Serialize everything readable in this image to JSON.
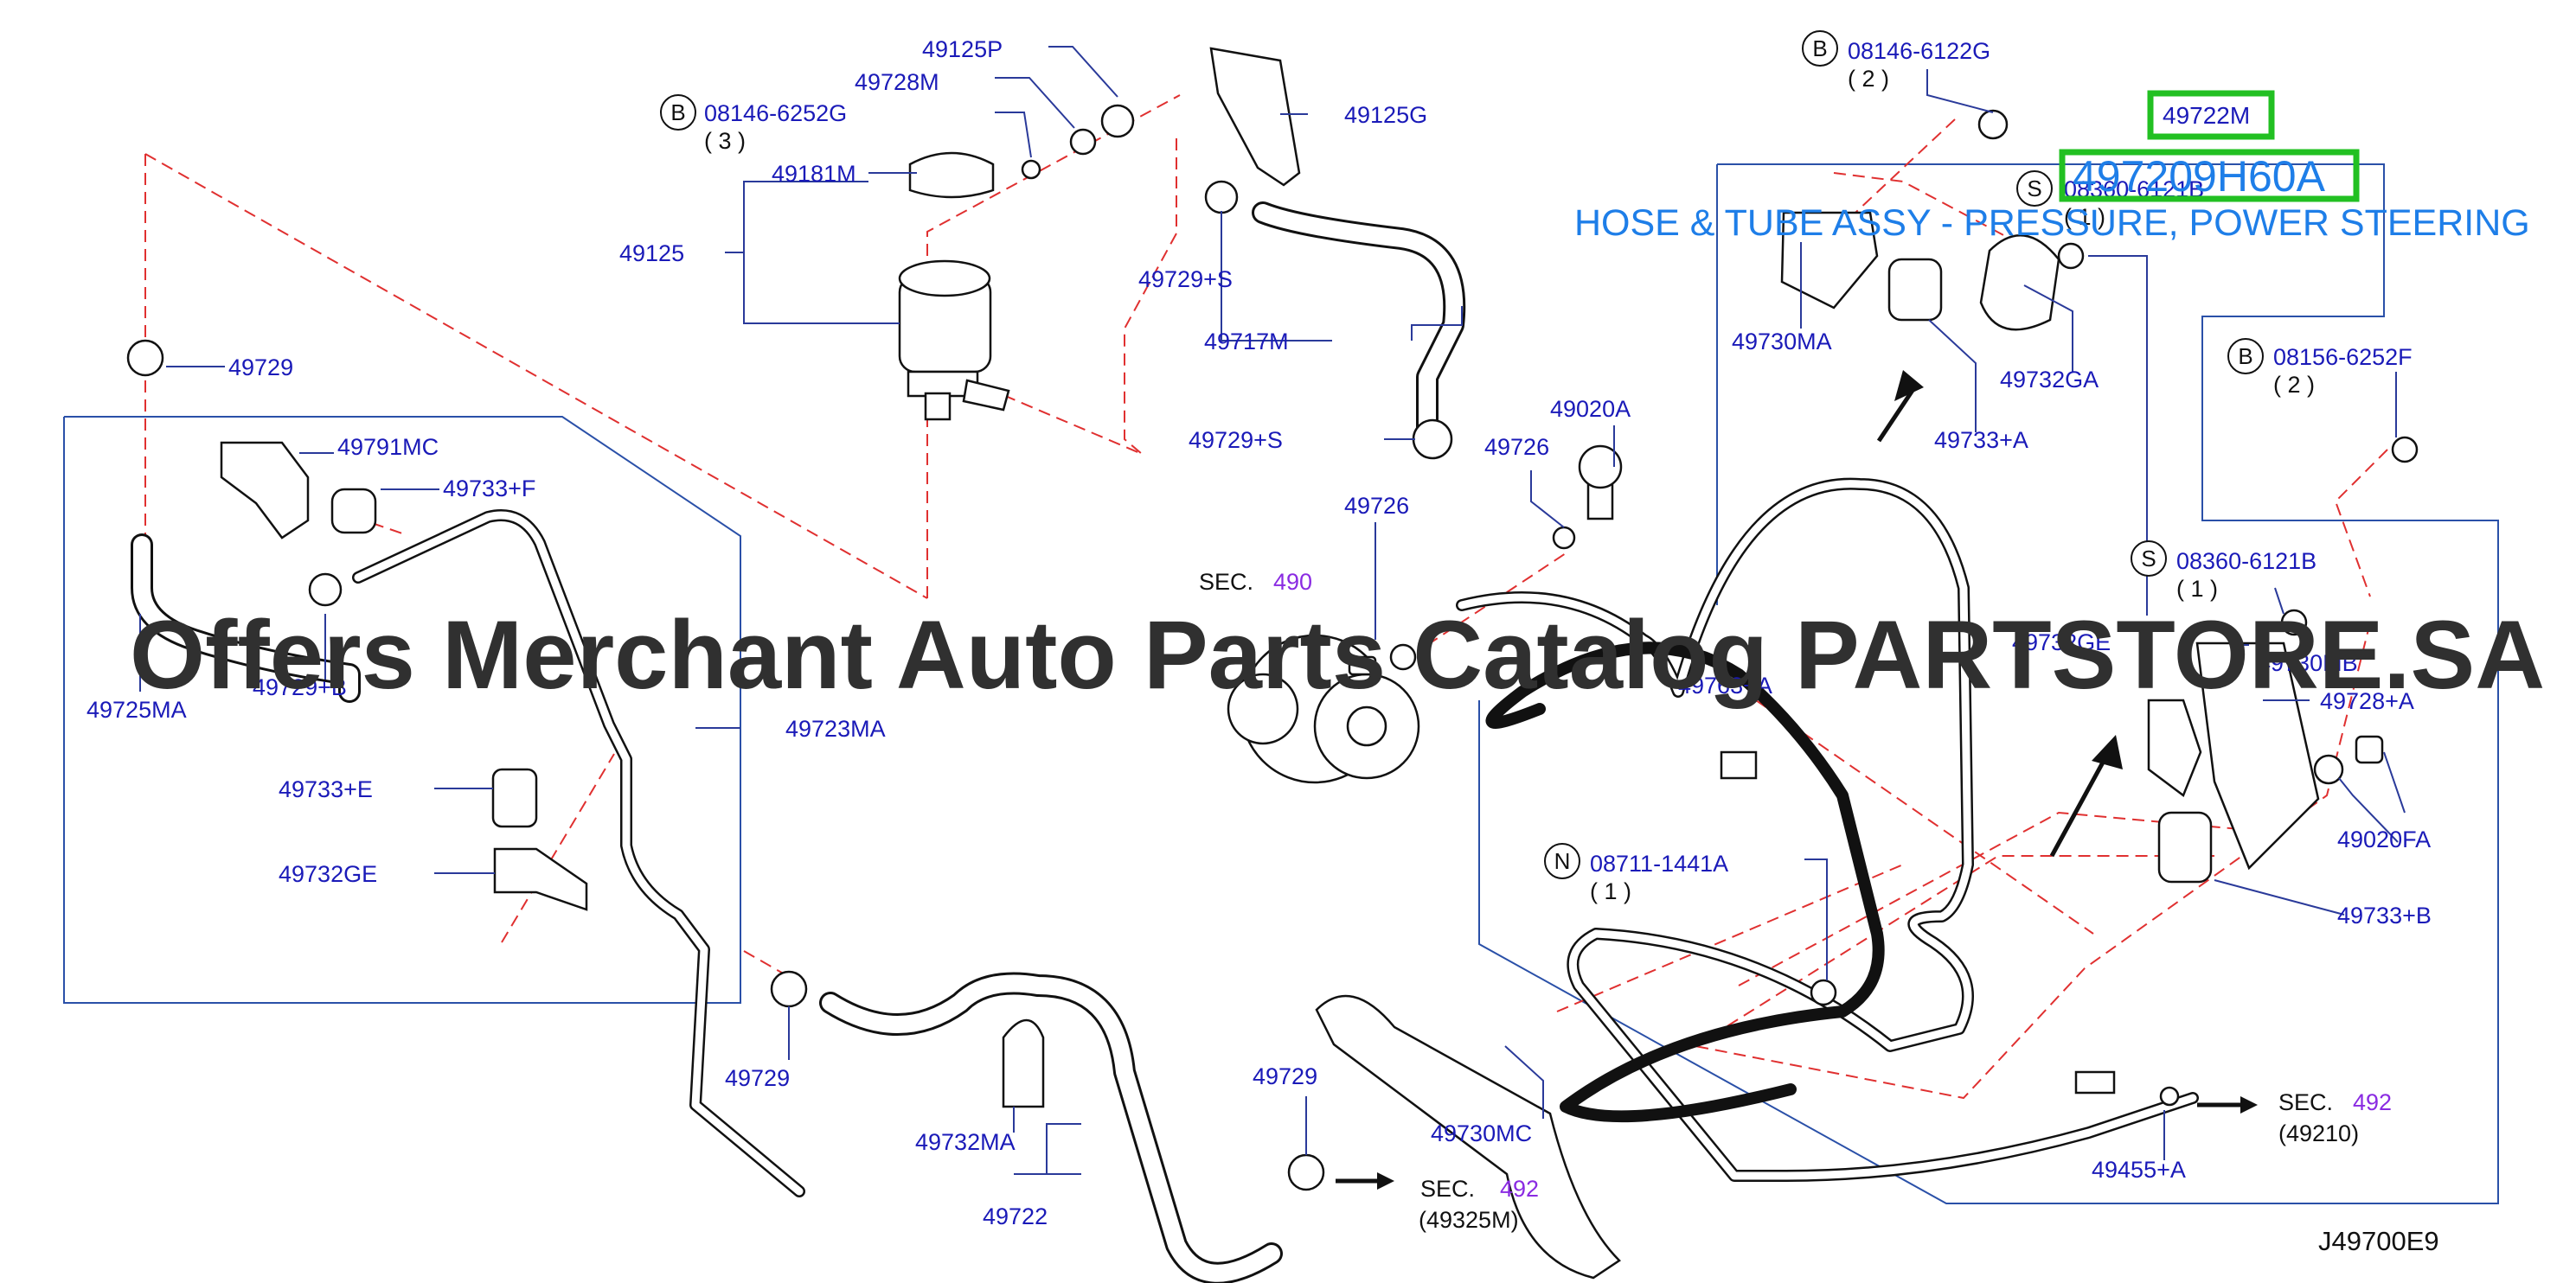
{
  "highlight": {
    "part_code": "49722M",
    "part_number": "497209H60A",
    "description": "HOSE & TUBE ASSY - PRESSURE, POWER STEERING"
  },
  "watermark": "Offers Merchant Auto Parts Catalog PARTSTORE.SA",
  "diagram_code": "J49700E9",
  "labels": {
    "p49125P": "49125P",
    "p49728M": "49728M",
    "p49125G": "49125G",
    "p49181M": "49181M",
    "p49125": "49125",
    "p49729_top": "49729",
    "p49729S_1": "49729+S",
    "p49717M": "49717M",
    "p49729S_2": "49729+S",
    "p49791MC": "49791MC",
    "p49733F": "49733+F",
    "p49725MA": "49725MA",
    "p49729B": "49729+B",
    "p49723MA": "49723MA",
    "p49733E": "49733+E",
    "p49732GE_left": "49732GE",
    "p49729_bottom": "49729",
    "p49732MA": "49732MA",
    "p49722": "49722",
    "p49729_mid": "49729",
    "p49730MC": "49730MC",
    "p49020A": "49020A",
    "p49726_1": "49726",
    "p49726_2": "49726",
    "p49730MA": "49730MA",
    "p49732GA": "49732GA",
    "p49733A": "49733+A",
    "p49763A": "49763+A",
    "p49732GE_right": "49732GE",
    "p49730MB": "49730MB",
    "p49728A": "49728+A",
    "p49020FA": "49020FA",
    "p49733B": "49733+B",
    "p49455A": "49455+A"
  },
  "bolts": {
    "b1": {
      "badge": "B",
      "part": "08146-6252G",
      "qty": "( 3 )"
    },
    "b2": {
      "badge": "B",
      "part": "08146-6122G",
      "qty": "( 2 )"
    },
    "b3": {
      "badge": "B",
      "part": "08156-6252F",
      "qty": "( 2 )"
    },
    "s1": {
      "badge": "S",
      "part": "08360-6121B",
      "qty": "( 1 )"
    },
    "s2": {
      "badge": "S",
      "part": "08360-6121B",
      "qty": "( 1 )"
    },
    "n1": {
      "badge": "N",
      "part": "08711-1441A",
      "qty": "( 1 )"
    }
  },
  "sections": {
    "sec490": {
      "prefix": "SEC.",
      "num": "490"
    },
    "sec492a": {
      "prefix": "SEC.",
      "num": "492",
      "sub": "(49325M)"
    },
    "sec492b": {
      "prefix": "SEC.",
      "num": "492",
      "sub": "(49210)"
    }
  }
}
